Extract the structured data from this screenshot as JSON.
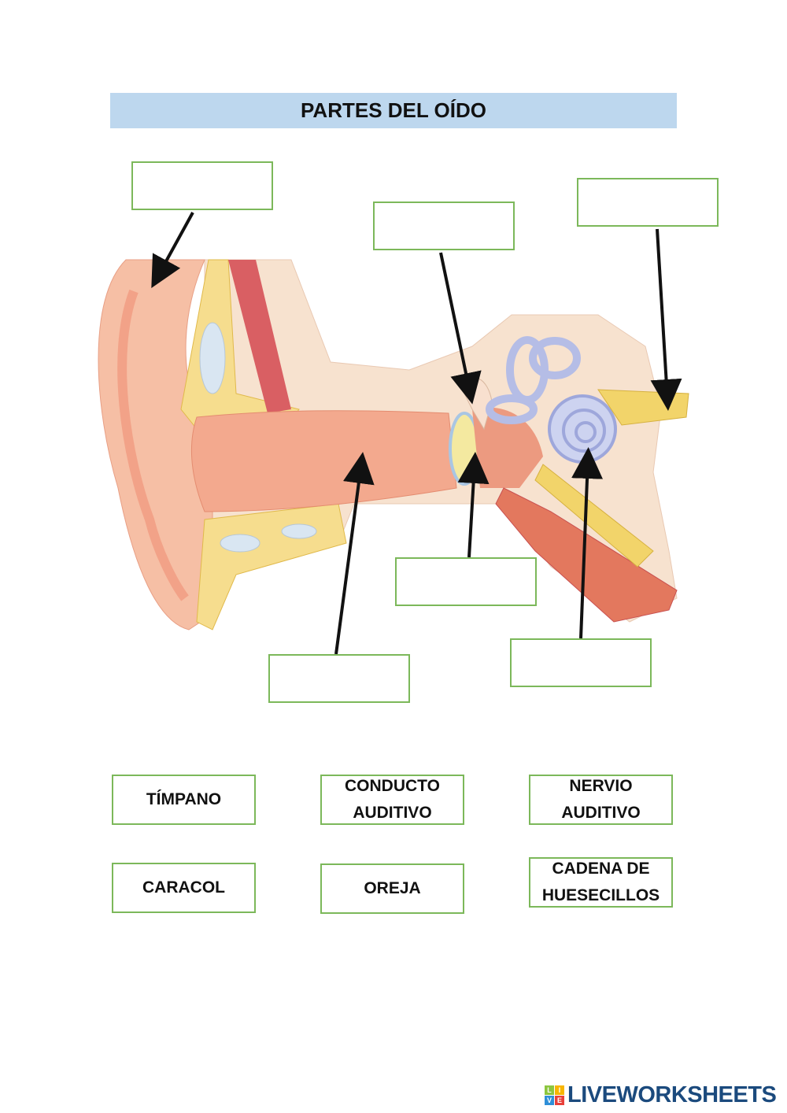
{
  "title": "PARTES DEL OÍDO",
  "answer_boxes": [
    {
      "id": "outer-ear",
      "value": ""
    },
    {
      "id": "ossicles",
      "value": ""
    },
    {
      "id": "auditory-nerve",
      "value": ""
    },
    {
      "id": "eardrum",
      "value": ""
    },
    {
      "id": "ear-canal",
      "value": ""
    },
    {
      "id": "cochlea",
      "value": ""
    }
  ],
  "word_bank": [
    {
      "line1": "TÍMPANO",
      "line2": ""
    },
    {
      "line1": "CONDUCTO",
      "line2": "AUDITIVO"
    },
    {
      "line1": "NERVIO",
      "line2": "AUDITIVO"
    },
    {
      "line1": "CARACOL",
      "line2": ""
    },
    {
      "line1": "OREJA",
      "line2": ""
    },
    {
      "line1": "CADENA DE",
      "line2": "HUESECILLOS"
    }
  ],
  "logo": {
    "text": "LIVEWORKSHEETS",
    "tiles": [
      "L",
      "I",
      "V",
      "E"
    ]
  },
  "colors": {
    "title_bg": "#bdd7ee",
    "box_border": "#7cb85a",
    "logo": "#1b4a7d"
  }
}
